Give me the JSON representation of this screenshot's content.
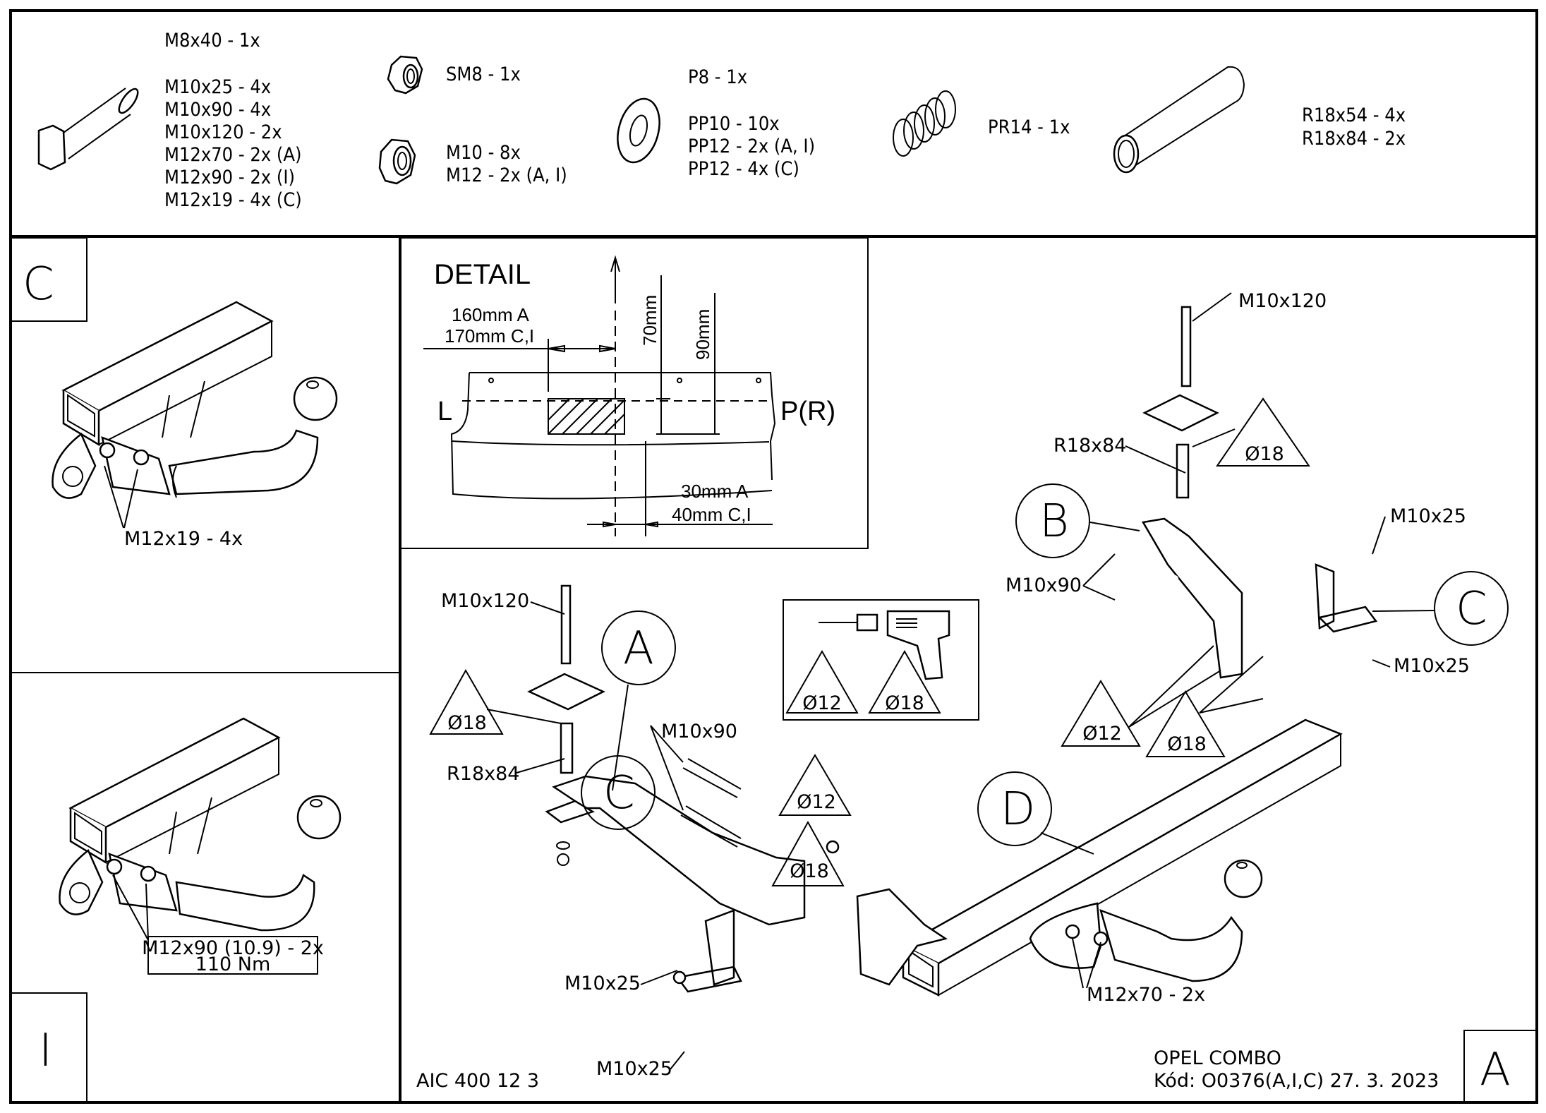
{
  "parts_list": {
    "bolts": [
      "M8x40 - 1x",
      "M10x25 - 4x",
      "M10x90 - 4x",
      "M10x120 - 2x",
      "M12x70 - 2x (A)",
      "M12x90 - 2x (I)",
      "M12x19 - 4x (C)"
    ],
    "lock_nut": "SM8 - 1x",
    "nuts": [
      "M10 - 8x",
      "M12 - 2x (A, I)"
    ],
    "washers": [
      "P8 - 1x",
      "PP10 - 10x",
      "PP12 - 2x (A, I)",
      "PP12 - 4x (C)"
    ],
    "spring": "PR14 - 1x",
    "tubes": [
      "R18x54 - 4x",
      "R18x84 - 2x"
    ]
  },
  "panel_c": {
    "label": "C",
    "callout": "M12x19 - 4x"
  },
  "panel_i": {
    "label": "I",
    "callout_line1": "M12x90 (10.9) - 2x",
    "callout_line2": "110 Nm"
  },
  "detail": {
    "title": "DETAIL",
    "dim_left_1": "160mm A",
    "dim_left_2": "170mm C,I",
    "dim_v1": "70mm",
    "dim_v2": "90mm",
    "side_left": "L",
    "side_right": "P(R)",
    "dim_bottom_1": "30mm A",
    "dim_bottom_2": "40mm C,I"
  },
  "drill_box": {
    "sizes": [
      "Ø12",
      "Ø18"
    ]
  },
  "main": {
    "left_assembly": {
      "bolt_top": "M10x120",
      "hole_tri": "Ø18",
      "tube": "R18x84",
      "bracket": "A",
      "bolts_90": "M10x90",
      "bracket_c": "C",
      "bolt_25a": "M10x25",
      "bolt_25b": "M10x25",
      "tri_12": "Ø12",
      "tri_18": "Ø18"
    },
    "right_assembly": {
      "bolt_top": "M10x120",
      "tube": "R18x84",
      "hole_tri": "Ø18",
      "bracket": "B",
      "bolts_90": "M10x90",
      "bolt_25a": "M10x25",
      "bracket_c": "C",
      "bolt_25b": "M10x25",
      "tri_12": "Ø12",
      "tri_18": "Ø18"
    },
    "crossbar": "D",
    "ball_bolts": "M12x70 - 2x"
  },
  "footer": {
    "code": "AIC 400 12 3",
    "model": "OPEL COMBO",
    "kod": "Kód: O0376(A,I,C)  27. 3. 2023",
    "variant": "A"
  }
}
